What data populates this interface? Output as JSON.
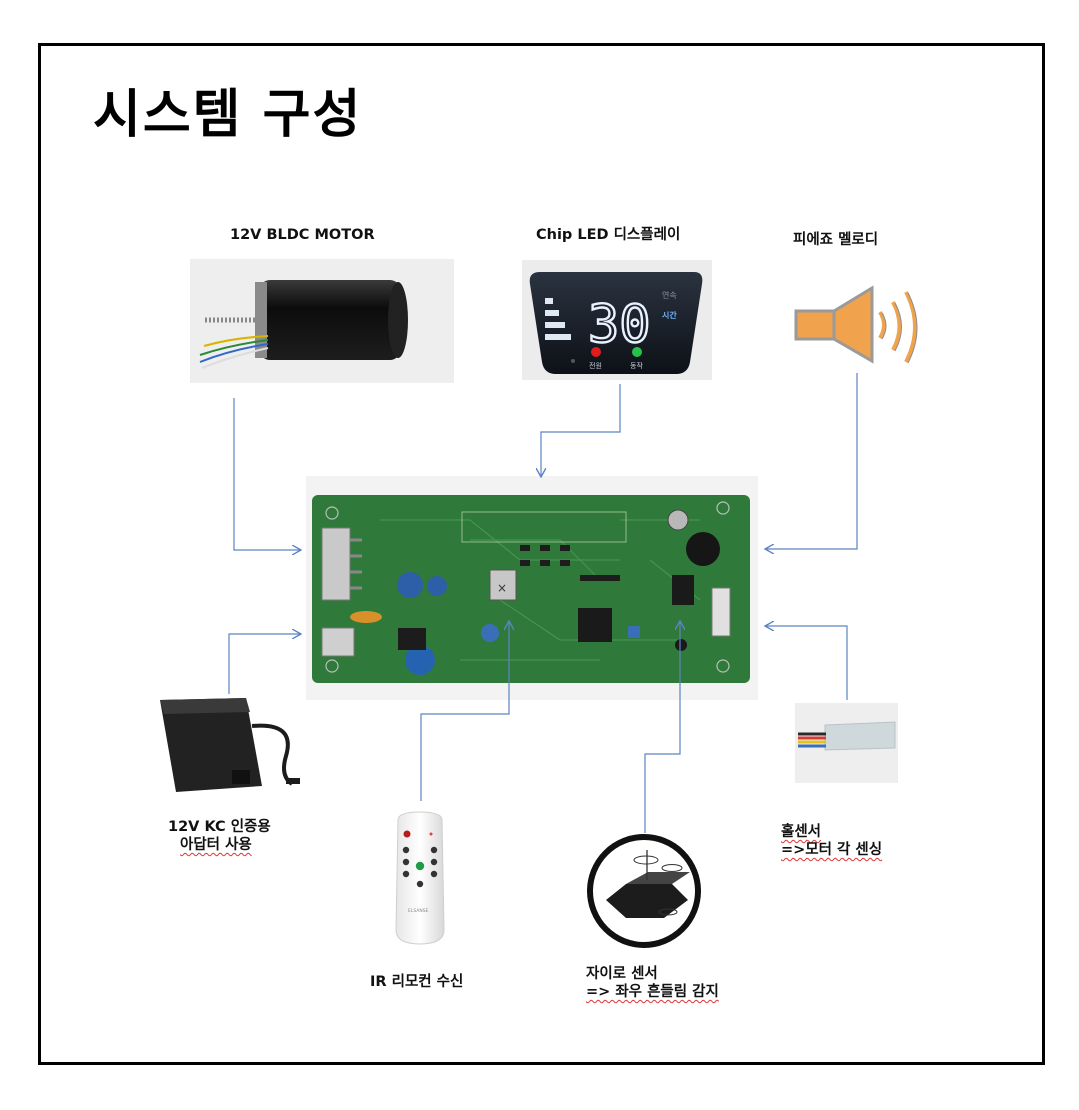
{
  "title": "시스템 구성",
  "components": {
    "motor": {
      "label": "12V BLDC MOTOR"
    },
    "display": {
      "label": "Chip LED 디스플레이",
      "digits": "30",
      "side_top": "연속",
      "side_mid": "시간",
      "btn_left": "전원",
      "btn_right": "동작"
    },
    "buzzer": {
      "label": "피에죠 멜로디"
    },
    "adapter": {
      "line1": "12V KC 인증용",
      "line2": "아답터 사용"
    },
    "remote": {
      "label": "IR 리모컨 수신",
      "brand": "ELSANSE"
    },
    "gyro": {
      "line1": "자이로 센서",
      "line2": "=> 좌우 흔들림 감지"
    },
    "hall": {
      "line1": "홀센서",
      "line2": "=>모터 각 센싱"
    }
  },
  "colors": {
    "arrow": "#5b84c4",
    "pcb": "#2f7a3a",
    "frame": "#000000"
  }
}
